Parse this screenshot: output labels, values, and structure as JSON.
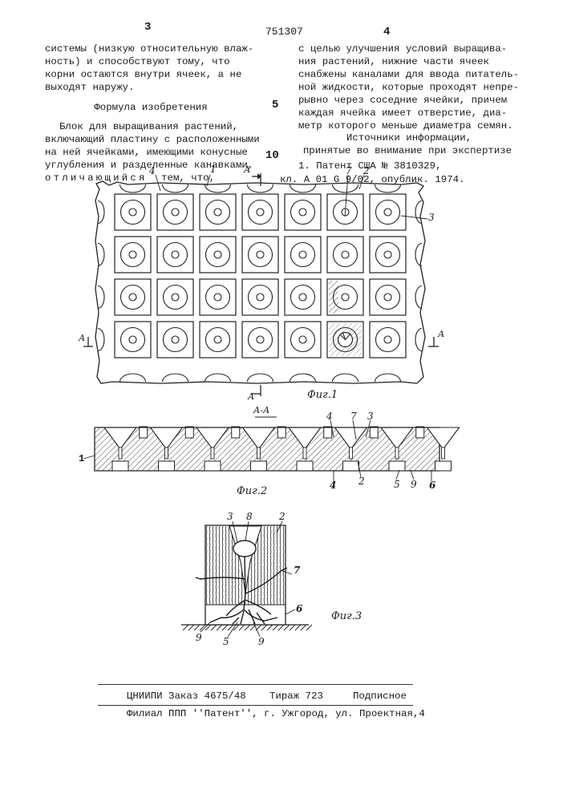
{
  "header": {
    "page_left": "3",
    "patent_number": "751307",
    "page_right": "4"
  },
  "left_column": {
    "lines": [
      "системы  (низкую относительную влаж-",
      "ность) и способствуют тому, что",
      "корни остаются внутри ячеек, а не",
      "выходят наружу."
    ],
    "formula_heading": "Формула изобретения",
    "claim_lines": [
      "Блок для выращивания растений,",
      "включающий пластину с расположенными",
      "на ней ячейками, имеющими конусные",
      "углубления и разделенные канавками,"
    ],
    "claim_last_spaced": "отличающийся",
    "claim_last_tail": "тем, что,"
  },
  "right_column": {
    "lines": [
      "с целью улучшения условий выращива-",
      "ния растений, нижние части ячеек",
      "снабжены каналами для ввода питатель-",
      "ной жидкости, которые проходят непре-",
      "рывно через соседние ячейки, причем",
      "каждая ячейка имеет отверстие, диа-",
      "метр которого меньше диаметра семян."
    ],
    "sources_heading_1": "Источники информации,",
    "sources_heading_2": "принятые во внимание при экспертизе",
    "source_line_1": "1. Патент США № 3810329,",
    "source_line_2": "кл. А 01 G 9/02, опублик. 1974."
  },
  "margin_numbers": {
    "five": "5",
    "ten": "10"
  },
  "figure1": {
    "caption": "Фиг.1",
    "section_mark": "А",
    "labels": {
      "one": "1",
      "two": "2",
      "three": "3",
      "four": "4",
      "seven": "7"
    }
  },
  "figure2": {
    "caption": "Фиг.2",
    "section_title": "А-А",
    "labels": {
      "one": "1",
      "two": "2",
      "three": "3",
      "four_top": "4",
      "four_bottom": "4",
      "five": "5",
      "six": "6",
      "seven": "7",
      "nine": "9"
    }
  },
  "figure3": {
    "caption": "Фиг.3",
    "labels": {
      "two": "2",
      "three": "3",
      "five": "5",
      "six": "6",
      "seven": "7",
      "eight": "8",
      "nine_left": "9",
      "nine_right": "9"
    }
  },
  "footer": {
    "org_order": "ЦНИИПИ Заказ 4675/48",
    "circulation": "Тираж 723",
    "subscription": "Подписное",
    "branch": "Филиал ППП ''Патент'', г. Ужгород, ул. Проектная,4"
  }
}
